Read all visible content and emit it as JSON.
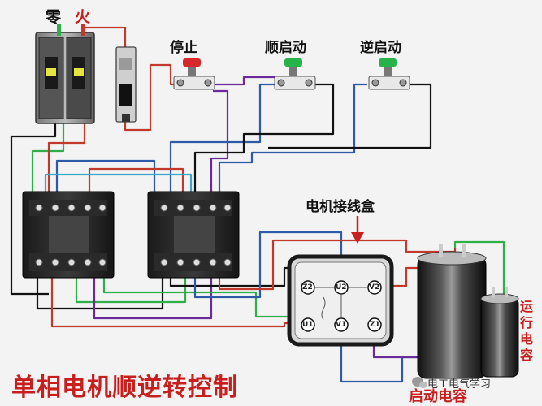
{
  "title": "单相电机顺逆转控制",
  "labels": {
    "neutral": "零",
    "live": "火",
    "stop": "停止",
    "forward_start": "顺启动",
    "reverse_start": "逆启动",
    "junction_box": "电机接线盒",
    "start_capacitor": "启动电容",
    "run_capacitor": "运行电容"
  },
  "terminals": [
    "Z2",
    "U2",
    "V2",
    "U1",
    "V1",
    "Z1"
  ],
  "watermark": "电工电气学习",
  "colors": {
    "label_red": "#c81e1e",
    "wire_red": "#c0392b",
    "wire_blue": "#2e5aa8",
    "wire_green": "#2fae4a",
    "wire_purple": "#6a2a9a",
    "wire_black": "#111111",
    "wire_cyan": "#3aa7c9",
    "button_stop": "#d62a2a",
    "button_start": "#27b24a"
  },
  "icons": [
    "breaker-icon",
    "fuse-icon",
    "pushbutton-icon",
    "contactor-icon",
    "capacitor-icon",
    "junction-box-icon",
    "arrow-icon",
    "wechat-icon"
  ]
}
